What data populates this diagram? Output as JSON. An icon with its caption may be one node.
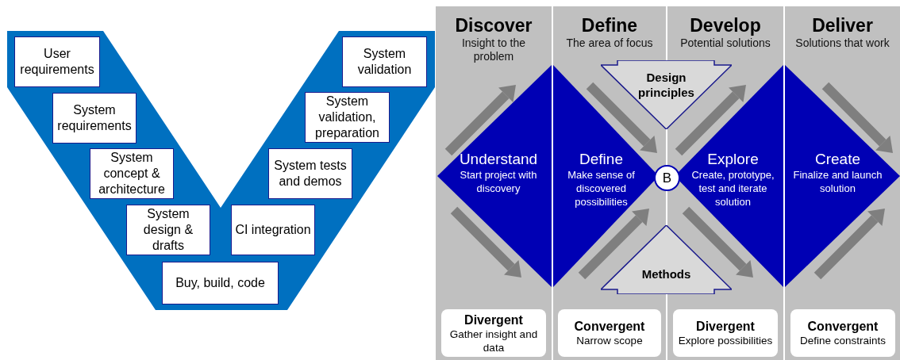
{
  "diagram": {
    "nodes": [
      {
        "text": [
          "User requirements"
        ]
      },
      {
        "text": [
          "System requirements"
        ]
      },
      {
        "text": [
          "System concept & architecture"
        ]
      },
      {
        "text": [
          "System design & drafts"
        ]
      },
      {
        "text": [
          "Buy, build, code"
        ]
      },
      {
        "text": [
          "CI integration"
        ]
      },
      {
        "text": [
          "System tests and demos"
        ]
      },
      {
        "text": [
          "System validation, preparation"
        ]
      },
      {
        "text": [
          "System validation"
        ]
      },
      {
        "text": [
          "Discover",
          "Insight to the problem"
        ]
      },
      {
        "text": [
          "Define",
          "The area of focus"
        ]
      },
      {
        "text": [
          "Develop",
          "Potential solutions"
        ]
      },
      {
        "text": [
          "Deliver",
          "Solutions that work"
        ]
      },
      {
        "text": [
          "Understand",
          "Start project with discovery"
        ],
        "in": 9
      },
      {
        "text": [
          "Define",
          "Make sense of discovered possibilities"
        ],
        "in": 10
      },
      {
        "text": [
          "Design principles"
        ]
      },
      {
        "text": [
          "B"
        ]
      },
      {
        "text": [
          "Explore",
          "Create, prototype, test and iterate solution"
        ],
        "in": 11
      },
      {
        "text": [
          "Create",
          "Finalize and launch solution"
        ],
        "in": 12
      },
      {
        "text": [
          "Methods"
        ]
      },
      {
        "text": [
          "Divergent",
          "Gather insight and data"
        ],
        "in": 9
      },
      {
        "text": [
          "Convergent",
          "Narrow scope"
        ],
        "in": 10
      },
      {
        "text": [
          "Divergent",
          "Explore possibilities"
        ],
        "in": 11
      },
      {
        "text": [
          "Convergent",
          "Define constraints"
        ],
        "in": 12
      }
    ]
  }
}
